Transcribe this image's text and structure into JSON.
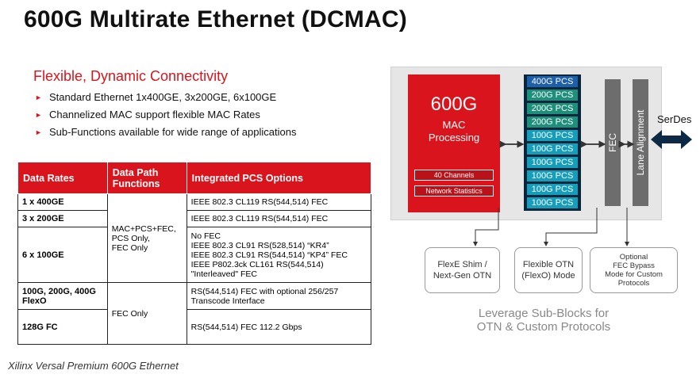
{
  "title": "600G Multirate Ethernet (DCMAC)",
  "left": {
    "subtitle": "Flexible, Dynamic Connectivity",
    "bullets": [
      "Standard Ethernet 1x400GE, 3x200GE, 6x100GE",
      "Channelized MAC support flexible MAC Rates",
      "Sub-Functions available for wide range of applications"
    ]
  },
  "table": {
    "headers": [
      "Data Rates",
      "Data Path Functions",
      "Integrated PCS Options"
    ],
    "rows": [
      {
        "rate": "1 x 400GE",
        "pcs": [
          "IEEE 802.3 CL119 RS(544,514) FEC"
        ]
      },
      {
        "rate": "3 x 200GE",
        "pcs": [
          "IEEE 802.3 CL119 RS(544,514) FEC"
        ]
      },
      {
        "rate": "6 x 100GE",
        "pcs": [
          "No FEC",
          "IEEE 802.3 CL91 RS(528,514) “KR4”",
          "IEEE 802.3 CL91 RS(544,514) “KP4” FEC",
          "IEEE P802.3ck CL161 RS(544,514)",
          "\"Interleaved\" FEC"
        ]
      },
      {
        "rate": "100G, 200G, 400G FlexO",
        "pcs": [
          "RS(544,514) FEC with optional 256/257",
          "Transcode Interface"
        ]
      },
      {
        "rate": "128G FC",
        "pcs": [
          "RS(544,514) FEC 112.2 Gbps"
        ]
      }
    ],
    "functions_group1": [
      "MAC+PCS+FEC,",
      "PCS Only,",
      "FEC Only"
    ],
    "functions_group2": "FEC Only"
  },
  "diagram": {
    "mac_big": "600G",
    "mac_sub": [
      "MAC",
      "Processing"
    ],
    "chips": [
      "40 Channels",
      "Network Statistics"
    ],
    "pcs_blocks": [
      {
        "label": "400G PCS",
        "color": "#1f5fa8"
      },
      {
        "label": "200G PCS",
        "color": "#1e8f7a"
      },
      {
        "label": "200G PCS",
        "color": "#1e8f7a"
      },
      {
        "label": "200G PCS",
        "color": "#1e8f7a"
      },
      {
        "label": "100G PCS",
        "color": "#159dba"
      },
      {
        "label": "100G PCS",
        "color": "#159dba"
      },
      {
        "label": "100G PCS",
        "color": "#159dba"
      },
      {
        "label": "100G PCS",
        "color": "#159dba"
      },
      {
        "label": "100G PCS",
        "color": "#159dba"
      },
      {
        "label": "100G PCS",
        "color": "#159dba"
      }
    ],
    "fec_label": "FEC",
    "lane_label": "Lane Alignment",
    "serdes": "SerDes",
    "subblocks": [
      [
        "FlexE Shim /",
        "Next-Gen OTN"
      ],
      [
        "Flexible OTN",
        "(FlexO) Mode"
      ],
      [
        "Optional",
        "FEC Bypass",
        "Mode for Custom",
        "Protocols"
      ]
    ],
    "leverage": [
      "Leverage Sub-Blocks for",
      "OTN & Custom Protocols"
    ]
  },
  "caption": "Xilinx Versal Premium 600G Ethernet",
  "colors": {
    "accent": "#d9141c",
    "pcs_bg": "#06263b",
    "bar": "#6d6d6d"
  }
}
